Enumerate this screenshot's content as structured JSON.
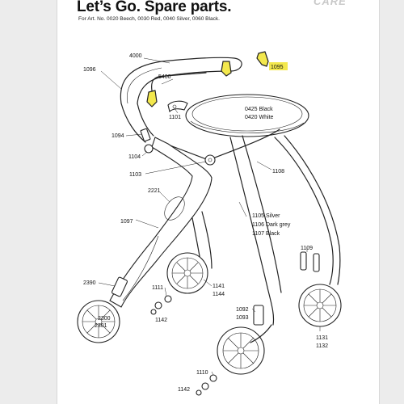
{
  "header": {
    "title": "Let’s Go. Spare parts.",
    "subtitle": "For Art. No. 0020 Beech, 0030 Red, 0040 Silver, 0060 Black.",
    "brand": "CARE"
  },
  "labels": {
    "p4000": "4000",
    "p1096": "1096",
    "p5400": "5400",
    "p1095": "1095",
    "p1101": "1101",
    "p0425": "0425 Black",
    "p0420": "0420 White",
    "p1094": "1094",
    "p1104": "1104",
    "p1103": "1103",
    "p1108": "1108",
    "p2221": "2221",
    "p1097": "1097",
    "p1105": "1105 Silver",
    "p1106": "1106 Dark grey",
    "p1107": "1107 Black",
    "p1109": "1109",
    "p2390": "2390",
    "p1111": "1111",
    "p1141": "1141",
    "p1144": "1144",
    "p2300": "2300",
    "p2301": "2301",
    "p1142a": "1142",
    "p1092": "1092",
    "p1093": "1093",
    "p1131": "1131",
    "p1132": "1132",
    "p1110": "1110",
    "p1142b": "1142"
  },
  "colors": {
    "highlight": "#f3e84d",
    "line": "#222222",
    "sheet": "#ffffff",
    "background": "#ececec"
  }
}
